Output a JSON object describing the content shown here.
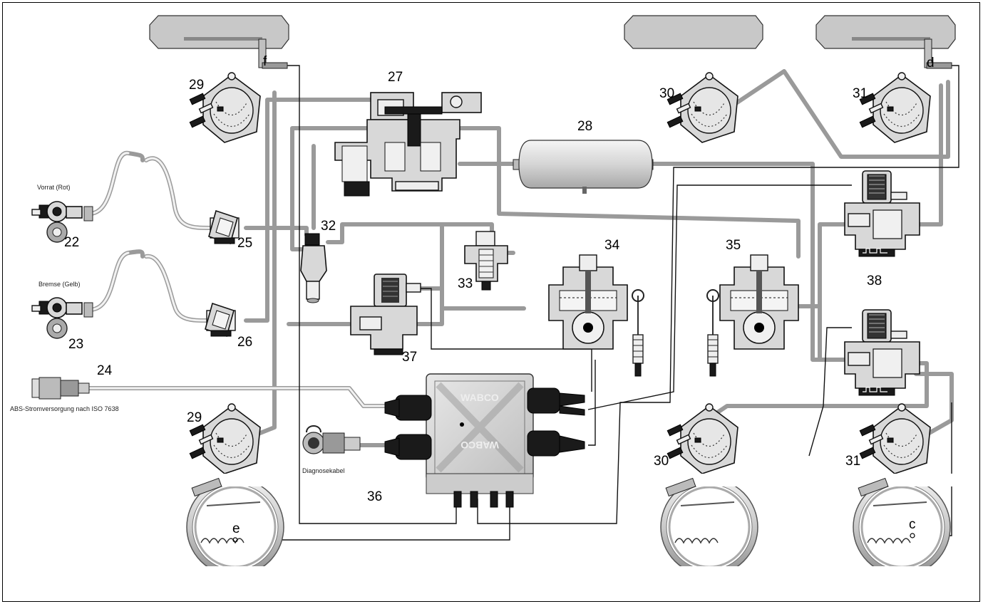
{
  "labels": {
    "n22": "22",
    "n23": "23",
    "n24": "24",
    "n25": "25",
    "n26": "26",
    "n27": "27",
    "n28": "28",
    "n29a": "29",
    "n29b": "29",
    "n30a": "30",
    "n30b": "30",
    "n31a": "31",
    "n31b": "31",
    "n32": "32",
    "n33": "33",
    "n34": "34",
    "n35": "35",
    "n36": "36",
    "n37": "37",
    "n38": "38",
    "c": "c",
    "d": "d",
    "e": "e",
    "f": "f"
  },
  "captions": {
    "vorrat": "Vorrat (Rot)",
    "bremse": "Bremse (Gelb)",
    "abs_power": "ABS-Stromversorgung nach ISO 7638",
    "diagnose": "Diagnosekabel"
  },
  "ecu": {
    "brand_top": "WABCO",
    "brand_bottom": "WABCO"
  }
}
